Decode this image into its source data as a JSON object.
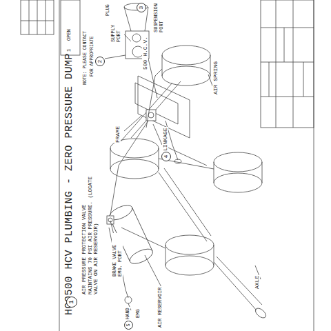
{
  "diagram": {
    "title": "H00500 HCV PLUMBING - ZERO PRESSURE DUMP",
    "labels": [
      "1",
      "AIR PRESSURE PROTECTION VALVE MAINTAINS 70 PSI AIR PRESSURE. (LOCATE VALVE ON AIR RESERVOIR)",
      "BRAKE VALVE EMG. PORT",
      "5",
      "HAND",
      "EMG",
      "AIR RESERVOIR",
      "AXLE",
      "AIR SPRING",
      "FRAME",
      "4",
      "LINKAGE",
      "500 H.C.V.",
      "2",
      "SUPPLY PORT",
      "3",
      "SUSPENSION PORT",
      "PLUG",
      "NOTE: PLEASE CONTACT",
      "FOR APPROPRIATE",
      "1",
      "OPEN"
    ]
  }
}
